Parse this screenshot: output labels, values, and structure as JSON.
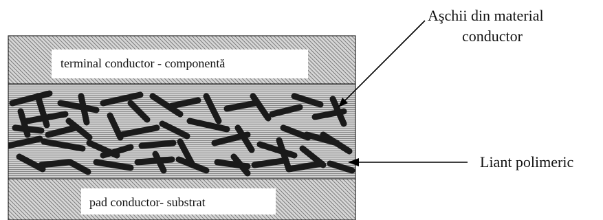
{
  "labels": {
    "top_box": "terminal conductor - componentă",
    "bottom_box": "pad conductor- substrat",
    "flakes_line1": "Aşchii din material",
    "flakes_line2": "conductor",
    "binder": "Liant polimeric"
  },
  "colors": {
    "hatch_light": "#d6d6d6",
    "hatch_dark": "#7a7a7a",
    "flake": "#1a1a1a",
    "outline": "#000000",
    "box_fill": "#ffffff"
  }
}
